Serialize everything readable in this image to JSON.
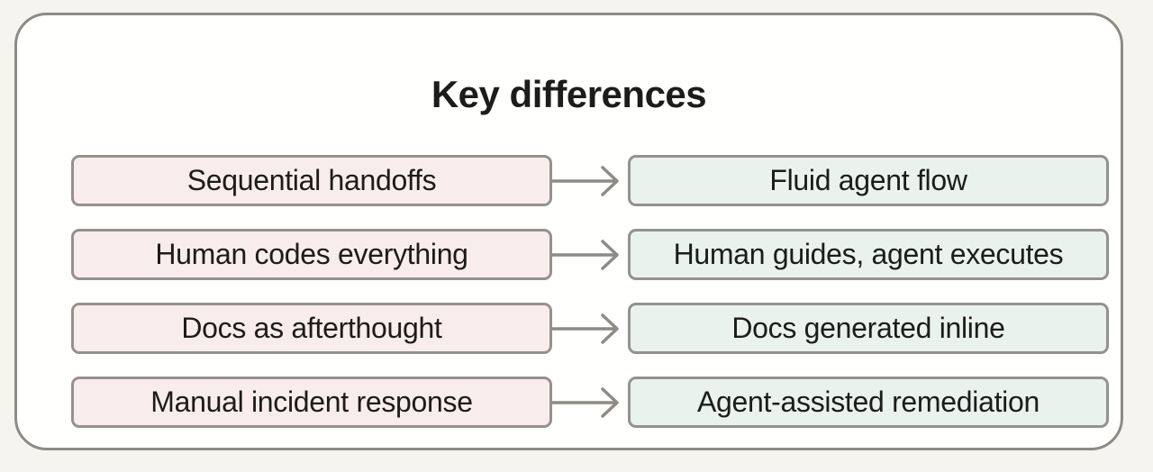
{
  "title": "Key differences",
  "rows": [
    {
      "left": "Sequential handoffs",
      "right": "Fluid agent flow"
    },
    {
      "left": "Human codes everything",
      "right": "Human guides, agent executes"
    },
    {
      "left": "Docs as afterthought",
      "right": "Docs generated inline"
    },
    {
      "left": "Manual incident response",
      "right": "Agent-assisted remediation"
    }
  ],
  "icons": {
    "arrow": "arrow-right-icon"
  },
  "colors": {
    "page_background": "#f6f4ee",
    "panel_background": "#fffffe",
    "panel_border": "#8d8b83",
    "left_box_fill": "#f9ecec",
    "right_box_fill": "#e9f2ec",
    "box_border": "#94928b",
    "arrow": "#8d8b83",
    "text": "#1c1c1a"
  }
}
